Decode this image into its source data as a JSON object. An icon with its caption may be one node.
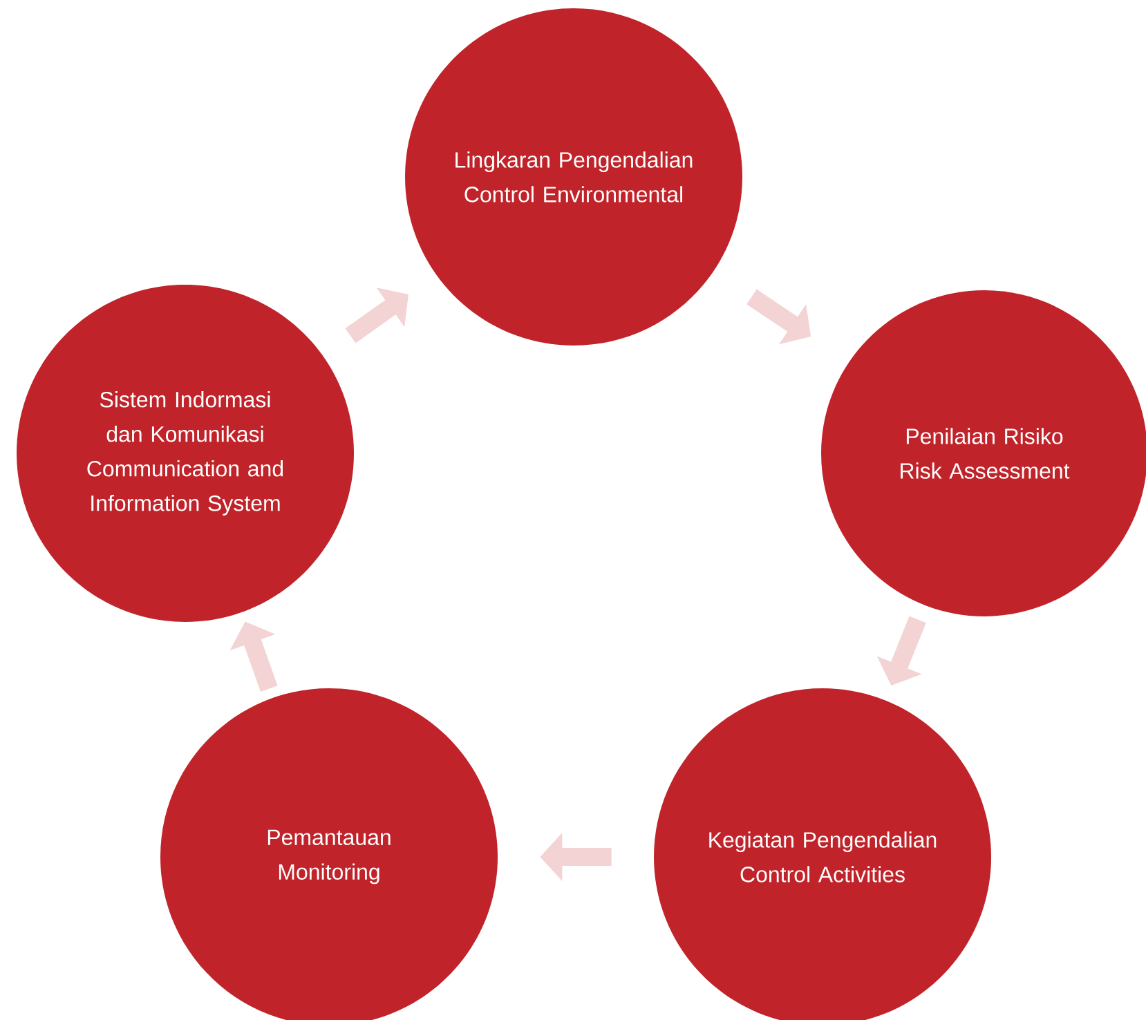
{
  "diagram": {
    "nodes": [
      {
        "text": [
          "Lingkaran Pengendalian",
          "Control Environmental"
        ]
      },
      {
        "text": [
          "Penilaian Risiko",
          "Risk Assessment"
        ]
      },
      {
        "text": [
          "Kegiatan Pengendalian",
          "Control Activities"
        ]
      },
      {
        "text": [
          "Pemantauan",
          "Monitoring"
        ]
      },
      {
        "text": [
          "Sistem Indormasi dan Komunikasi",
          "Communication and Information System"
        ]
      }
    ],
    "edges": [
      {
        "from": 0,
        "to": 1,
        "arrow": "to"
      },
      {
        "from": 1,
        "to": 2,
        "arrow": "to"
      },
      {
        "from": 2,
        "to": 3,
        "arrow": "to"
      },
      {
        "from": 3,
        "to": 4,
        "arrow": "to"
      },
      {
        "from": 4,
        "to": 0,
        "arrow": "to"
      }
    ]
  }
}
